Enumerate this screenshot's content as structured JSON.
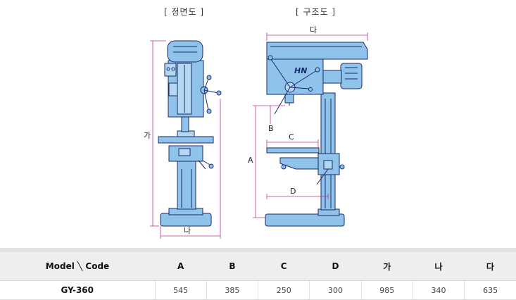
{
  "captions": {
    "front_view": "[ 정면도 ]",
    "structure_view": "[ 구조도 ]"
  },
  "diagram_labels": {
    "ga": "가",
    "na": "나",
    "da": "다",
    "A": "A",
    "B": "B",
    "C": "C",
    "D": "D",
    "HN": "HN"
  },
  "colors": {
    "machine_fill": "#8fc3ea",
    "machine_stroke": "#1a2a6c",
    "dimension_line": "#c03090"
  },
  "table": {
    "headers": [
      "Model ╲ Code",
      "A",
      "B",
      "C",
      "D",
      "가",
      "나",
      "다"
    ],
    "rows": [
      [
        "GY-360",
        "545",
        "385",
        "250",
        "300",
        "985",
        "340",
        "635"
      ]
    ]
  }
}
